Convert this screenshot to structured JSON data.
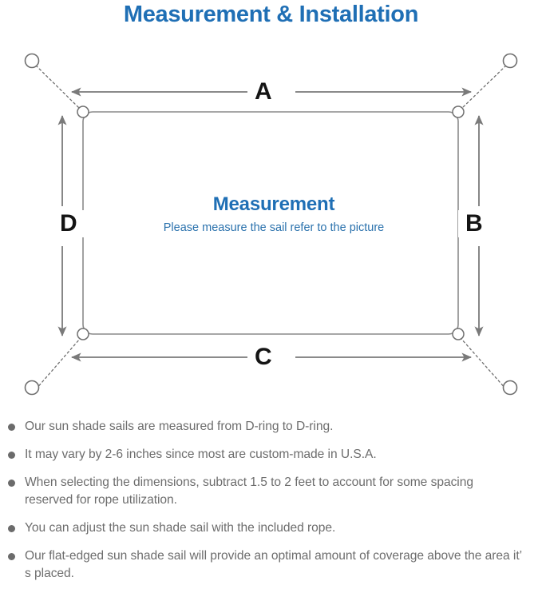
{
  "header": {
    "title": "Measurement & Installation",
    "title_color": "#1f6fb5"
  },
  "diagram": {
    "name": "sun-shade-sail-measurement-diagram",
    "sail": {
      "title": "Measurement",
      "subtitle": "Please measure the sail refer to the picture",
      "title_color": "#1f6fb5",
      "subtitle_color": "#2b72ad",
      "stroke_color": "#808080"
    },
    "dimension_labels": {
      "top": "A",
      "right": "B",
      "bottom": "C",
      "left": "D"
    },
    "label_color": "#141414",
    "anchor_points": [
      {
        "name": "anchor-top-left",
        "position": "top-left"
      },
      {
        "name": "anchor-top-right",
        "position": "top-right"
      },
      {
        "name": "anchor-bottom-left",
        "position": "bottom-left"
      },
      {
        "name": "anchor-bottom-right",
        "position": "bottom-right"
      }
    ],
    "d_rings": [
      {
        "name": "d-ring-top-left",
        "position": "top-left"
      },
      {
        "name": "d-ring-top-right",
        "position": "top-right"
      },
      {
        "name": "d-ring-bottom-left",
        "position": "bottom-left"
      },
      {
        "name": "d-ring-bottom-right",
        "position": "bottom-right"
      }
    ]
  },
  "notes": {
    "bullet_color": "#6b6b6b",
    "text_color": "#6d6d6d",
    "items": [
      "Our sun shade sails are measured from D-ring to D-ring.",
      "It may vary by 2-6 inches since most are custom-made in U.S.A.",
      "When selecting the dimensions, subtract 1.5 to 2 feet to account for some spacing reserved for rope utilization.",
      "You can adjust the sun shade sail with the included rope.",
      "Our flat-edged sun shade sail will provide an optimal amount of coverage above the area it’  s placed."
    ]
  }
}
